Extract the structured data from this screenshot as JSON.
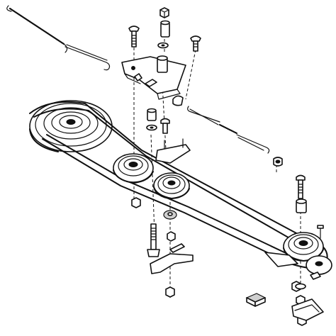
{
  "diagram": {
    "type": "exploded-parts-illustration",
    "parts": [
      "tension-spring",
      "spring-rod",
      "engine-pulley",
      "drive-belt",
      "idler-pulley-left",
      "idler-pulley-center",
      "idler-pulley-right",
      "idler-bracket",
      "carriage-bolt",
      "flange-nut",
      "washer",
      "spacer",
      "belt-guide",
      "clutch-rod-spring",
      "square-nut",
      "belt-keeper"
    ]
  }
}
